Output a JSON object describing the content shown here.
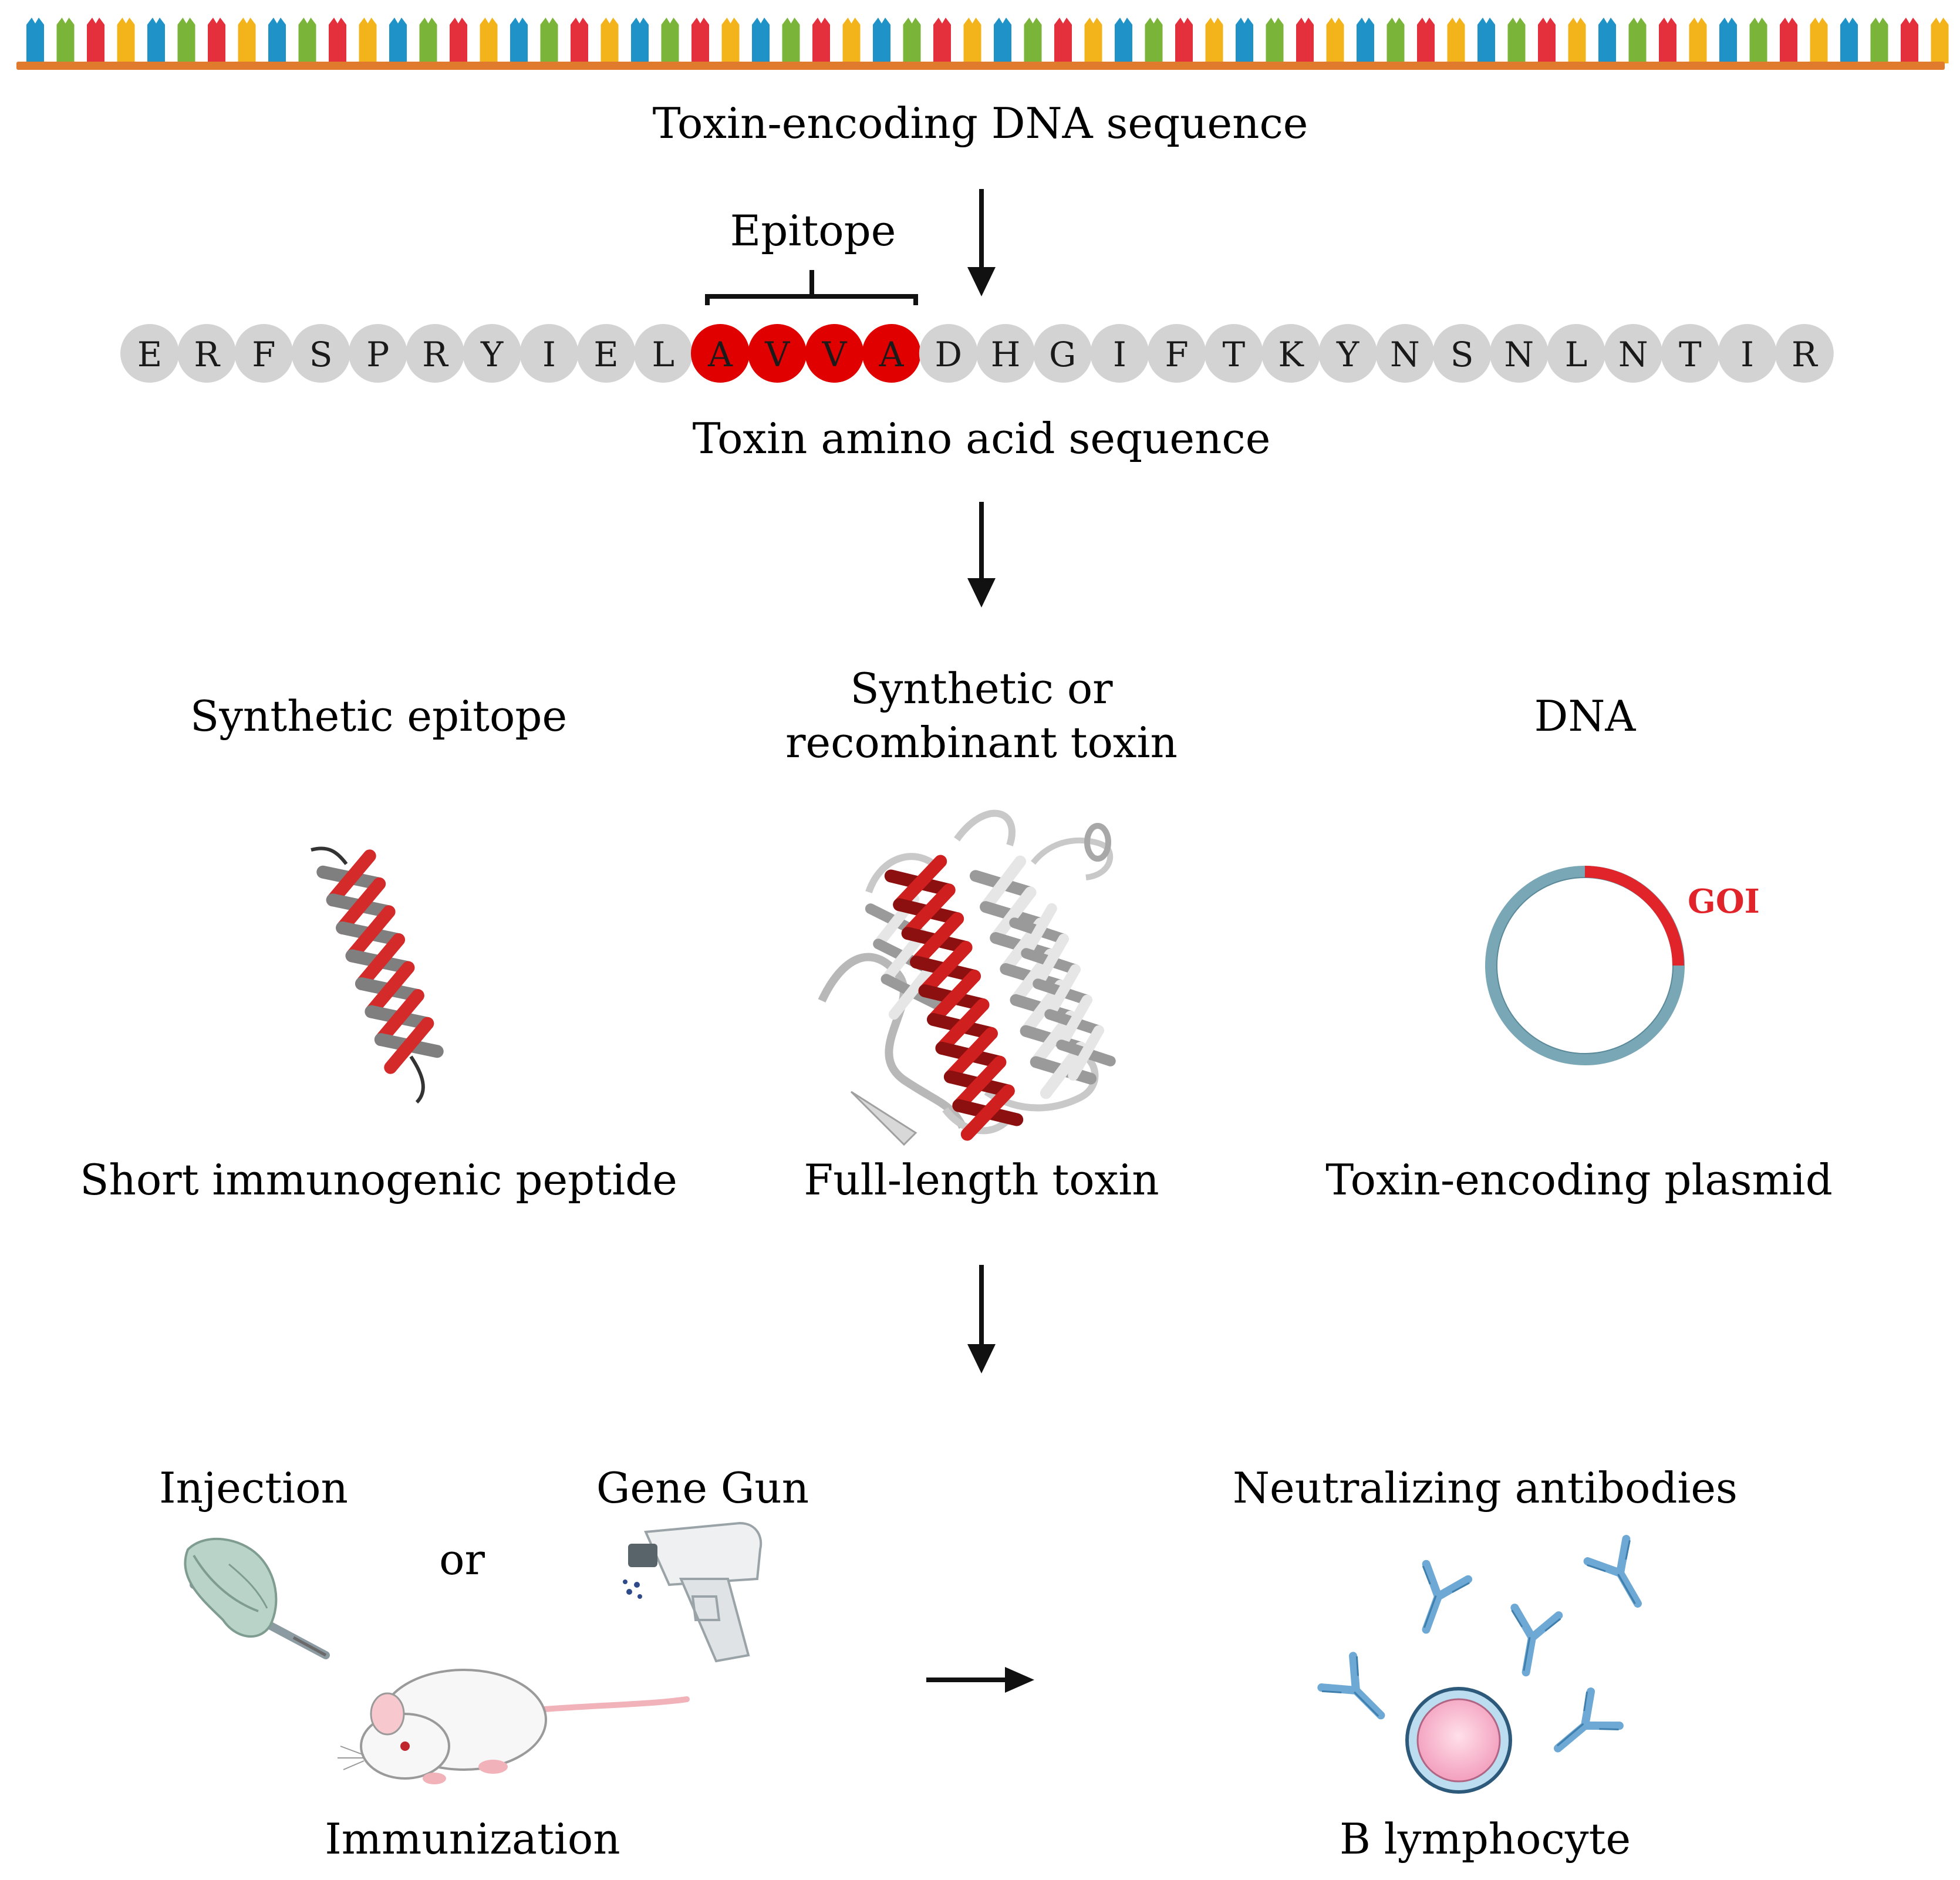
{
  "labels": {
    "dna_sequence": "Toxin-encoding DNA sequence",
    "epitope": "Epitope",
    "amino_sequence": "Toxin amino acid sequence",
    "synthetic_epitope": "Synthetic epitope",
    "synthetic_toxin_line1": "Synthetic or",
    "synthetic_toxin_line2": "recombinant toxin",
    "dna": "DNA",
    "short_peptide": "Short immunogenic peptide",
    "full_length_toxin": "Full-length toxin",
    "plasmid": "Toxin-encoding plasmid",
    "goi": "GOI",
    "injection": "Injection",
    "or": "or",
    "gene_gun": "Gene Gun",
    "immunization": "Immunization",
    "neutralizing_antibodies": "Neutralizing antibodies",
    "b_lymphocyte": "B lymphocyte"
  },
  "amino_acids": [
    "E",
    "R",
    "F",
    "S",
    "P",
    "R",
    "Y",
    "I",
    "E",
    "L",
    "A",
    "V",
    "V",
    "A",
    "D",
    "H",
    "G",
    "I",
    "F",
    "T",
    "K",
    "Y",
    "N",
    "S",
    "N",
    "L",
    "N",
    "T",
    "I",
    "R"
  ],
  "epitope_indices": [
    10,
    11,
    12,
    13
  ],
  "dna_base_colors": [
    "#1f93c8",
    "#7ab53a",
    "#e4303c",
    "#f2b31b"
  ],
  "colors": {
    "epitope": "#e00000",
    "residue": "#d3d3d3",
    "dna_backbone": "#e07b2d",
    "plasmid": "#7aa7b5",
    "goi": "#e0242a",
    "antibody": "#6ea8d4"
  }
}
